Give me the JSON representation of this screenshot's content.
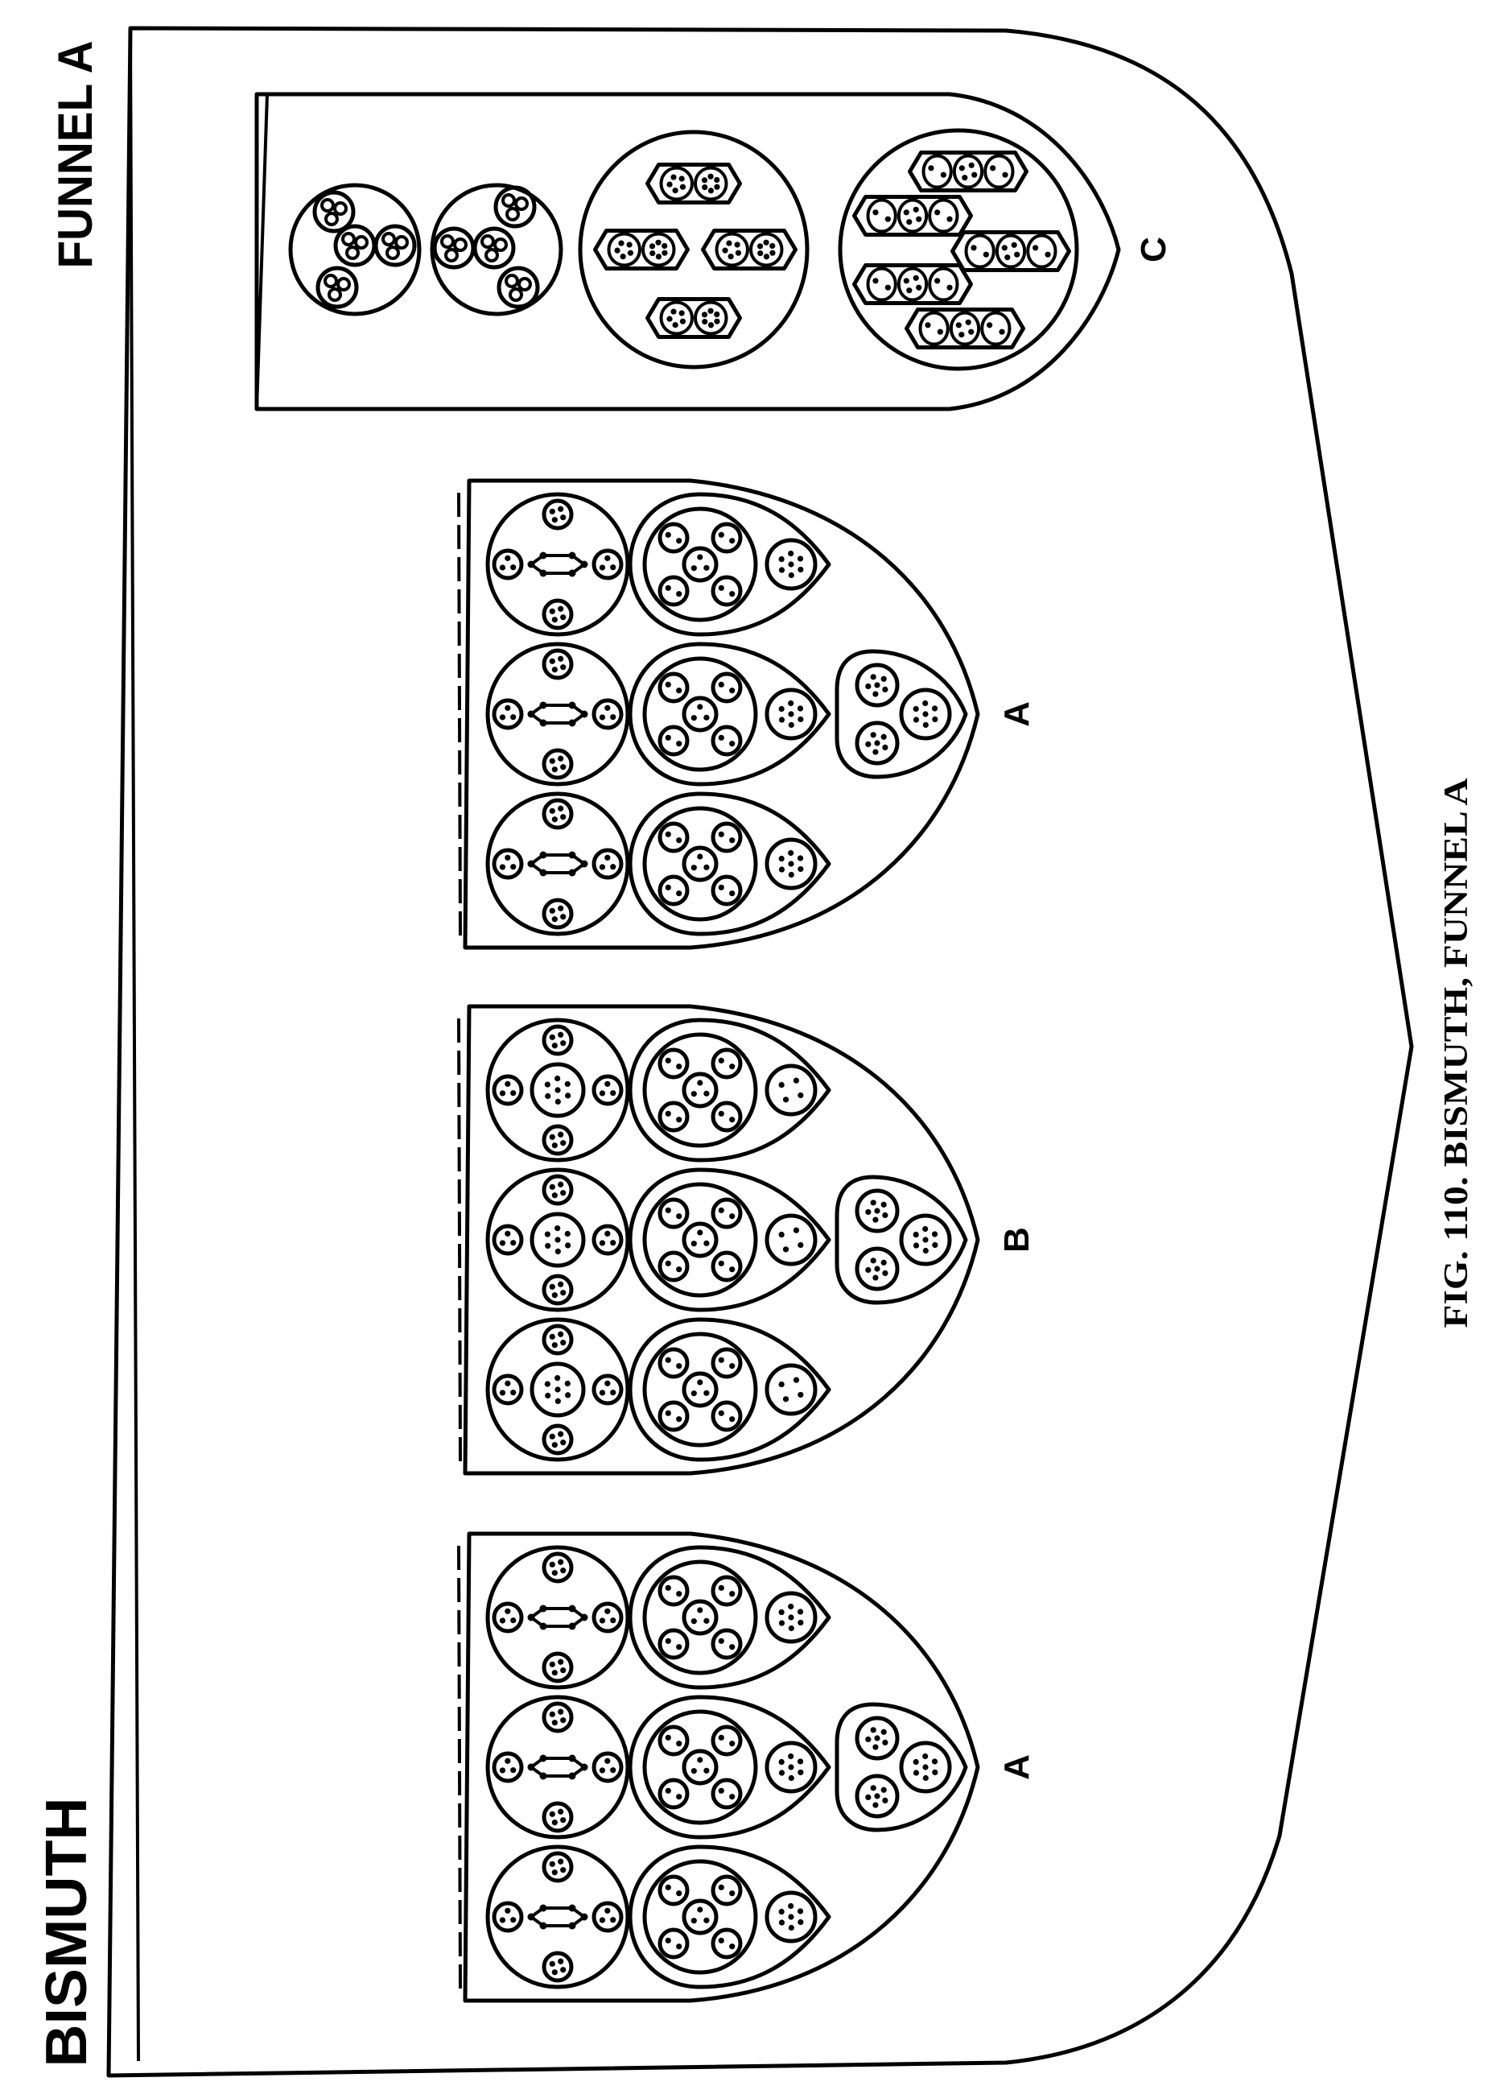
{
  "title": "BISMUTH",
  "subtitle": "FUNNEL A",
  "caption": "FIG. 110. BISMUTH, FUNNEL A",
  "colors": {
    "ink": "#000000",
    "paper": "#ffffff"
  },
  "funnel_c": {
    "label": "C"
  },
  "groups": [
    {
      "label": "A",
      "kind": "A"
    },
    {
      "label": "B",
      "kind": "B"
    },
    {
      "label": "A",
      "kind": "A"
    }
  ]
}
